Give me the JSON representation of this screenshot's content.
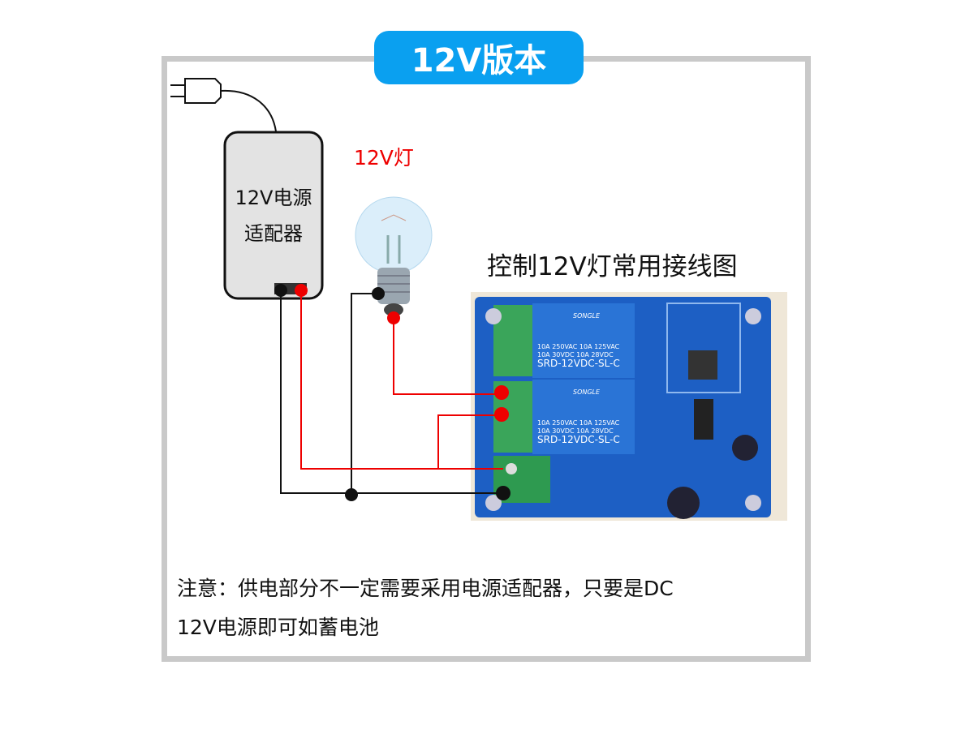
{
  "title": "12V版本",
  "adapter": {
    "line1": "12V电源",
    "line2": "适配器"
  },
  "lamp_label": "12V灯",
  "heading": "控制12V灯常用接线图",
  "relay_board": {
    "brand": "SONGLE",
    "relay_spec1": "10A 250VAC 10A 125VAC",
    "relay_spec2": "10A 30VDC 10A 28VDC",
    "relay_model": "SRD-12VDC-SL-C"
  },
  "note": {
    "line1": "注意：供电部分不一定需要采用电源适配器，只要是DC",
    "line2": "12V电源即可如蓄电池"
  },
  "colors": {
    "accent": "#0aa0f0",
    "positive_wire": "#e00000",
    "negative_wire": "#111111",
    "board": "#1d5fc4",
    "terminal": "#3aa55a"
  }
}
